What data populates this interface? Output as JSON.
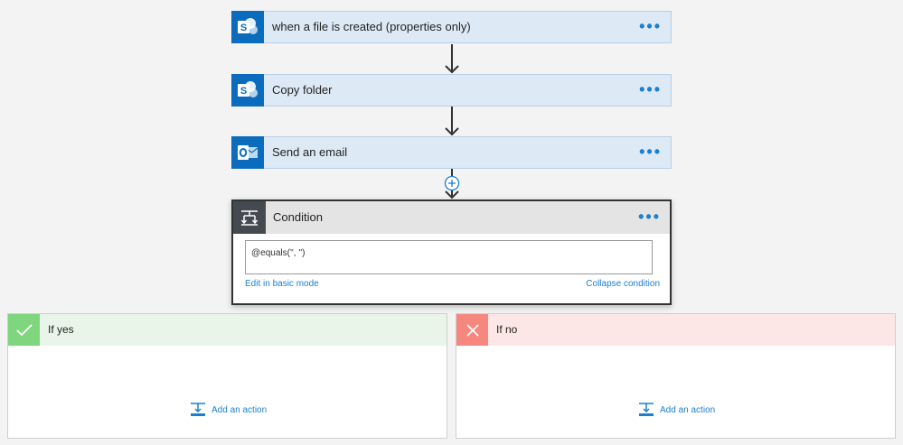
{
  "steps": [
    {
      "title": "when a file is created (properties only)",
      "icon": "sharepoint-icon"
    },
    {
      "title": "Copy folder",
      "icon": "sharepoint-icon"
    },
    {
      "title": "Send an email",
      "icon": "outlook-icon"
    }
  ],
  "more_label": "•••",
  "insert_step_icon": "plus-circle-icon",
  "condition": {
    "title": "Condition",
    "icon": "condition-icon",
    "expression": "@equals('', '')",
    "edit_basic_link": "Edit in basic mode",
    "collapse_link": "Collapse condition"
  },
  "branches": {
    "yes": {
      "title": "If yes",
      "icon": "checkmark-icon",
      "add_action": "Add an action",
      "color": "#7fd67f",
      "header_bg": "#e8f5e8"
    },
    "no": {
      "title": "If no",
      "icon": "x-icon",
      "add_action": "Add an action",
      "color": "#f6877f",
      "header_bg": "#fde6e6"
    }
  },
  "colors": {
    "accent": "#1b7fd1",
    "sharepoint": "#0b6cbd",
    "condition_icon_bg": "#454a50"
  }
}
